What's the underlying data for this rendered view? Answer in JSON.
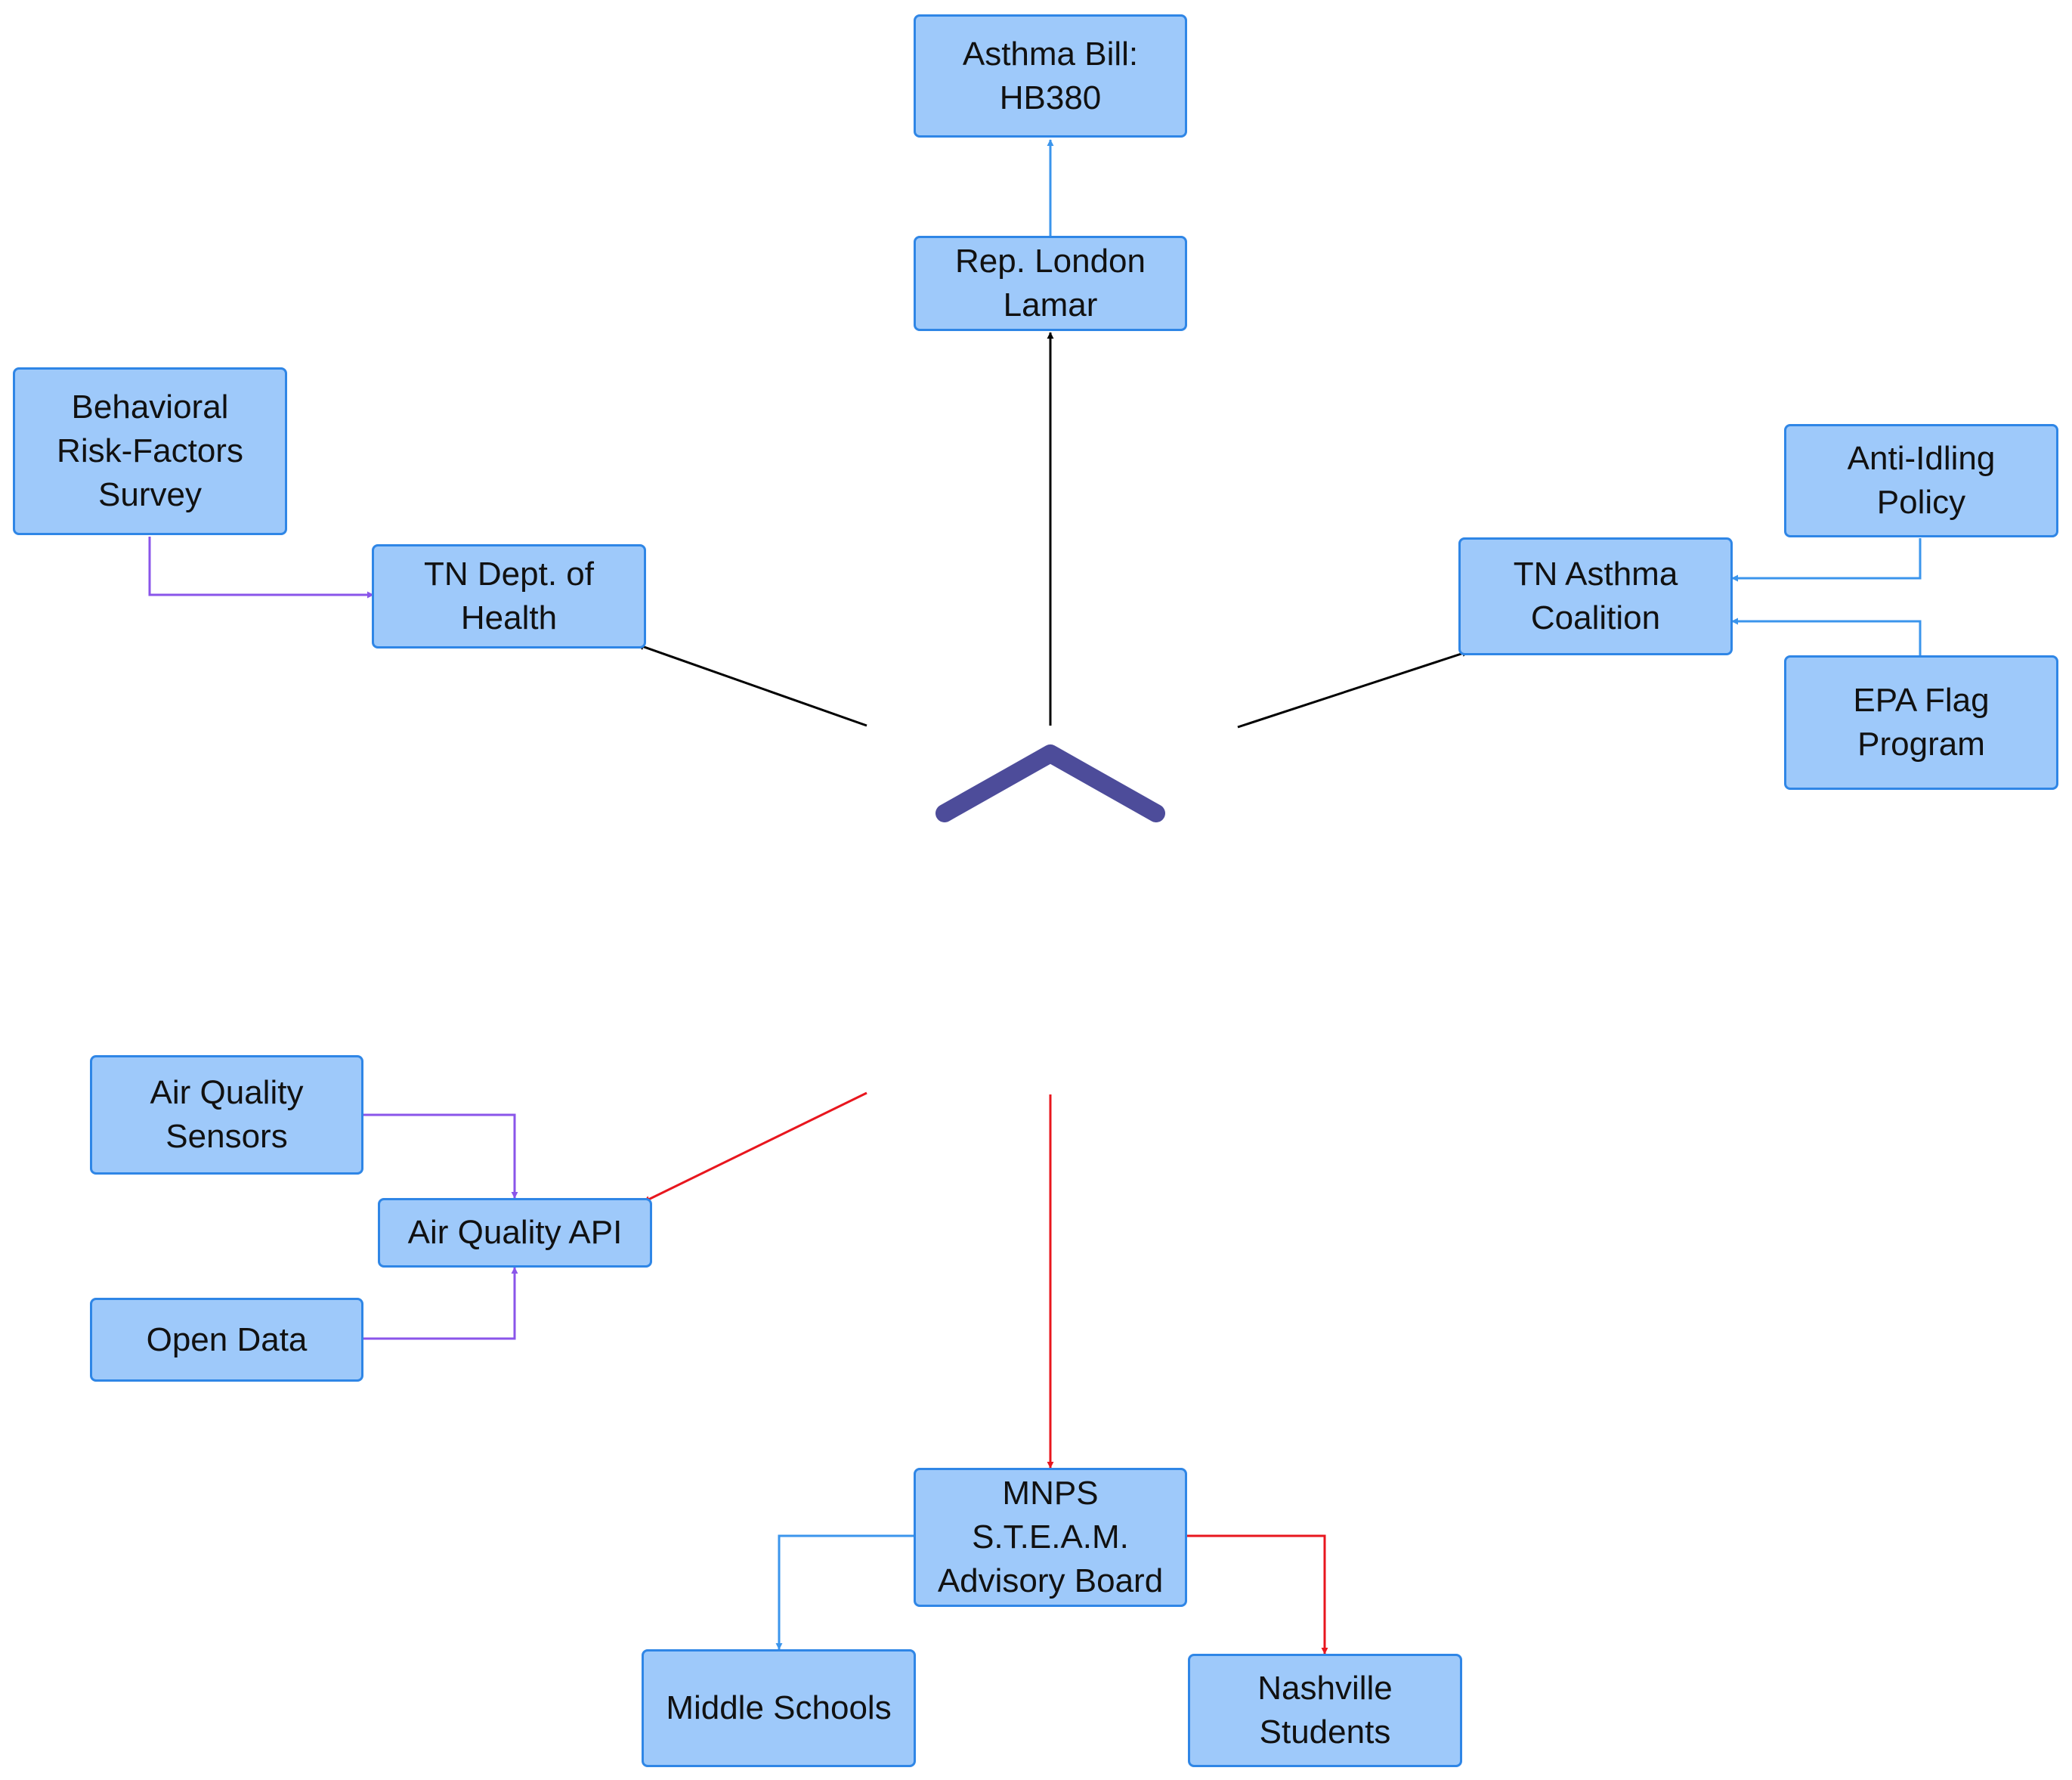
{
  "colors": {
    "node_fill": "#9ec9fa",
    "node_border": "#2f86e6",
    "edge_black": "#000000",
    "edge_blue": "#3b95ec",
    "edge_purple": "#8a55ea",
    "edge_red": "#e8161e",
    "logo_navy": "#4d4c9a",
    "logo_red": "#f23a5c",
    "logo_blue": "#2a88f0"
  },
  "center_logo": {
    "icon": "columns-pillar-logo-icon"
  },
  "nodes": {
    "asthma_bill": "Asthma Bill:\nHB380",
    "rep_london_lamar": "Rep. London\nLamar",
    "behavioral_survey": "Behavioral\nRisk-Factors\nSurvey",
    "tn_dept_health": "TN Dept. of\nHealth",
    "anti_idling": "Anti-Idling\nPolicy",
    "tn_asthma_coalition": "TN Asthma\nCoalition",
    "epa_flag": "EPA Flag\nProgram",
    "air_quality_sensors": "Air Quality\nSensors",
    "air_quality_api": "Air Quality API",
    "open_data": "Open Data",
    "mnps_steam": "MNPS\nS.T.E.A.M.\nAdvisory Board",
    "middle_schools": "Middle Schools",
    "nashville_students": "Nashville\nStudents"
  },
  "edges": [
    {
      "from": "center_logo",
      "to": "rep_london_lamar",
      "color": "edge_black"
    },
    {
      "from": "rep_london_lamar",
      "to": "asthma_bill",
      "color": "edge_blue"
    },
    {
      "from": "center_logo",
      "to": "tn_dept_health",
      "color": "edge_black"
    },
    {
      "from": "behavioral_survey",
      "to": "tn_dept_health",
      "color": "edge_purple"
    },
    {
      "from": "center_logo",
      "to": "tn_asthma_coalition",
      "color": "edge_black"
    },
    {
      "from": "anti_idling",
      "to": "tn_asthma_coalition",
      "color": "edge_blue"
    },
    {
      "from": "epa_flag",
      "to": "tn_asthma_coalition",
      "color": "edge_blue"
    },
    {
      "from": "center_logo",
      "to": "air_quality_api",
      "color": "edge_red"
    },
    {
      "from": "air_quality_sensors",
      "to": "air_quality_api",
      "color": "edge_purple"
    },
    {
      "from": "open_data",
      "to": "air_quality_api",
      "color": "edge_purple"
    },
    {
      "from": "center_logo",
      "to": "mnps_steam",
      "color": "edge_red"
    },
    {
      "from": "mnps_steam",
      "to": "middle_schools",
      "color": "edge_blue"
    },
    {
      "from": "mnps_steam",
      "to": "nashville_students",
      "color": "edge_red"
    }
  ]
}
